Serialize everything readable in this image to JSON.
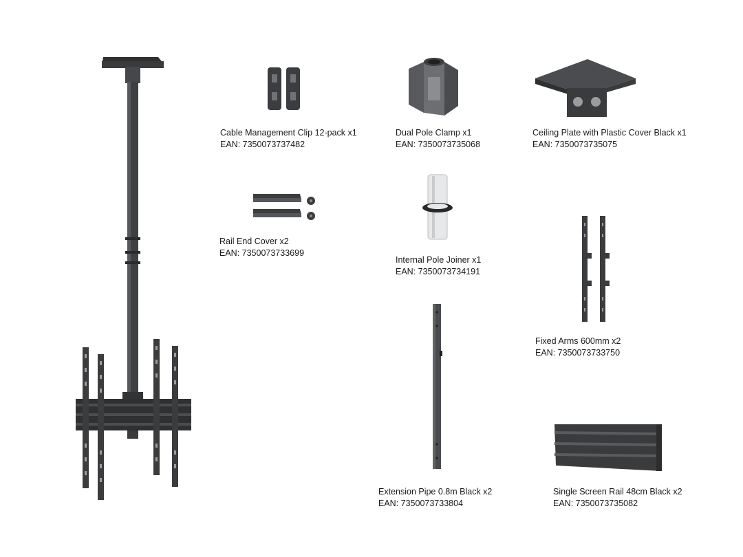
{
  "items": {
    "cable_clip": {
      "name": "Cable Management Clip 12-pack x1",
      "ean": "EAN: 7350073737482"
    },
    "dual_pole_clamp": {
      "name": "Dual Pole Clamp x1",
      "ean": "EAN: 7350073735068"
    },
    "ceiling_plate": {
      "name": "Ceiling Plate with Plastic Cover Black x1",
      "ean": "EAN: 7350073735075"
    },
    "rail_end_cover": {
      "name": "Rail End Cover x2",
      "ean": "EAN: 7350073733699"
    },
    "internal_pole_joiner": {
      "name": "Internal Pole Joiner x1",
      "ean": "EAN: 7350073734191"
    },
    "fixed_arms": {
      "name": "Fixed Arms 600mm x2",
      "ean": "EAN: 7350073733750"
    },
    "extension_pipe": {
      "name": "Extension Pipe 0.8m Black x2",
      "ean": "EAN: 7350073733804"
    },
    "screen_rail": {
      "name": "Single Screen Rail 48cm Black x2",
      "ean": "EAN: 7350073735082"
    }
  },
  "colors": {
    "metal_dark": "#3a3b3d",
    "metal_mid": "#55575a",
    "metal_light": "#7c7e81",
    "joiner": "#e6e8ea",
    "text": "#1a1a1a"
  },
  "icons": [
    "ceiling-mount-assembly-image",
    "cable-clip-image",
    "dual-pole-clamp-image",
    "ceiling-plate-image",
    "rail-end-cover-image",
    "internal-pole-joiner-image",
    "fixed-arms-image",
    "extension-pipe-image",
    "screen-rail-image"
  ]
}
